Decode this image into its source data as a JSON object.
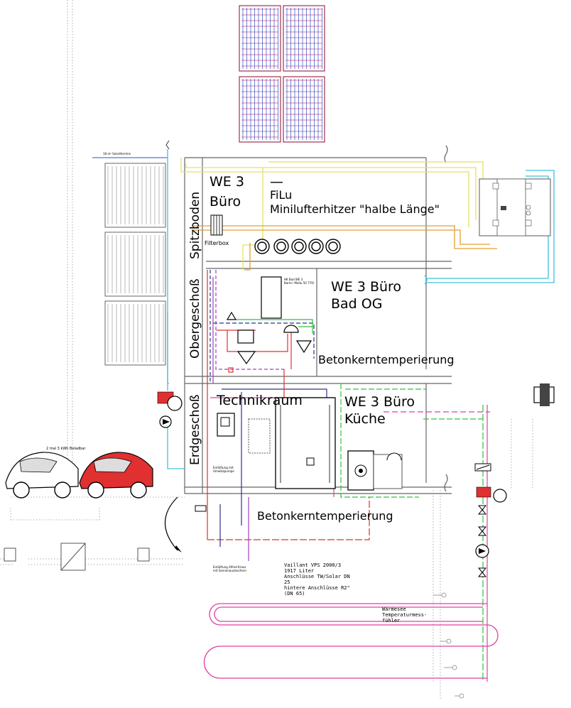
{
  "labels": {
    "we3_buero_top": "WE 3",
    "buero_top": "Büro",
    "dash": "—",
    "filu": "FiLu",
    "minilufterhitzer": "Minilufterhitzer \"halbe Länge\"",
    "filterbox": "Filterbox",
    "spitzboden": "Spitzboden",
    "obergeschoss": "Obergeschoß",
    "erdgeschoss": "Erdgeschoß",
    "we3_buero_bad": "WE 3 Büro",
    "bad_og": "Bad OG",
    "betonkern_og": "Betonkerntemperierung",
    "technikraum": "Technikraum",
    "we3_buero_kueche": "WE 3 Büro",
    "kueche": "Küche",
    "betonkern_eg": "Betonkerntemperierung",
    "ev_note": "2 mal 3 kWh Beladbar",
    "collector_note": "18 m² Solarthermie",
    "bad_note": "HK Bad WE 3\nBarmi -Modu 50  770/",
    "tank_spec": [
      "Vaillant VPS 2000/3",
      "1917 Liter",
      "Anschlüsse TW/Solar DN",
      "25",
      "hintere Anschlüsse R2\"",
      "(DN  65)"
    ],
    "entluft_note": "Entlüftung mit\nUmwälzpumpe",
    "sensor_note": "Wärmesee\nTemperaturmess-\nfühler",
    "foot_note": "Entlüftung Alfred Kraus\nmit Sonnenauslaschern"
  },
  "colors": {
    "solar_red": "#e03030",
    "pv_blue": "#3050c0",
    "pv_pink": "#e04090",
    "pipe_yellow": "#e8e060",
    "pipe_orange": "#e0a030",
    "pipe_cyan": "#40c0e0",
    "pipe_green": "#30c040",
    "pipe_magenta": "#e040a0",
    "pipe_purple": "#a040c0",
    "pipe_navy": "#303090",
    "wall_gray": "#777777"
  }
}
